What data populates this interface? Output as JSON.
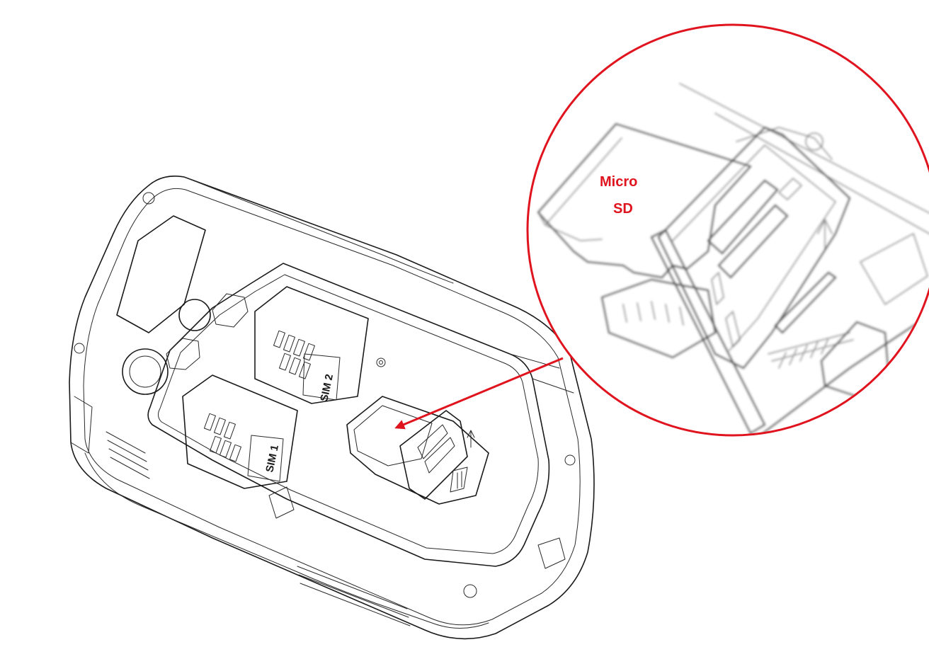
{
  "diagram": {
    "labels": {
      "sim1": "SIM 1",
      "sim2": "SIM 2",
      "micro_sd_line1": "Micro",
      "micro_sd_line2": "SD"
    },
    "colors": {
      "callout": "#e0141e",
      "line_art": "#1a1a1a",
      "background": "#ffffff"
    },
    "icons": [
      "phone-back-line-art",
      "zoom-callout-circle",
      "callout-arrow"
    ]
  }
}
